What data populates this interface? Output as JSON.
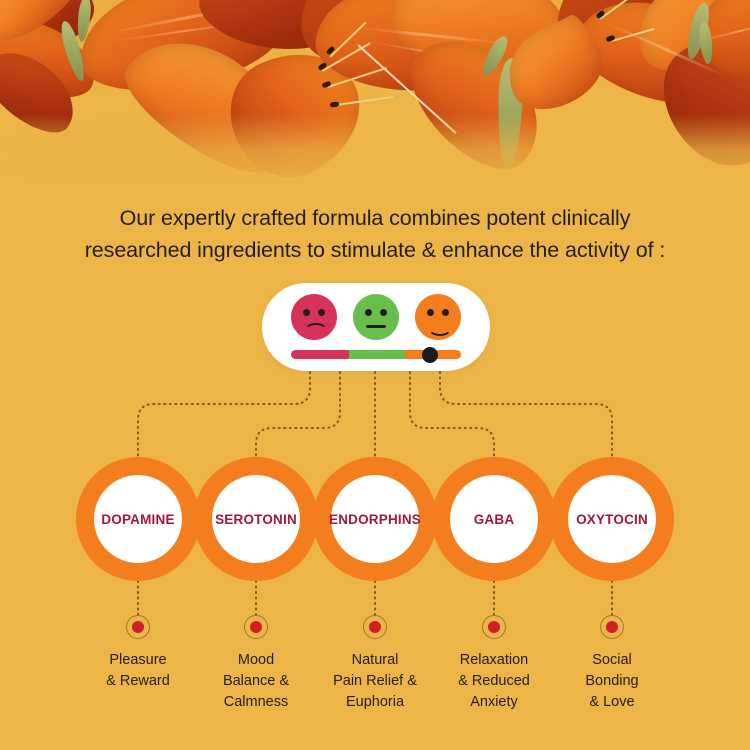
{
  "header": {
    "image_name": "orange-lily-flowers-photo"
  },
  "headline": {
    "line1": "Our expertly crafted formula combines potent clinically",
    "line2": "researched ingredients to stimulate & enhance the activity of :"
  },
  "mood_widget": {
    "name": "mood-scale-widget",
    "faces": [
      {
        "icon": "sad-face-icon",
        "color": "#d6325a",
        "expression": "sad"
      },
      {
        "icon": "neutral-face-icon",
        "color": "#67c04c",
        "expression": "neutral"
      },
      {
        "icon": "happy-face-icon",
        "color": "#f47d1e",
        "expression": "happy"
      }
    ],
    "slider": {
      "segments": [
        {
          "label": "low",
          "color": "#d6325a"
        },
        {
          "label": "medium",
          "color": "#67c04c"
        },
        {
          "label": "high",
          "color": "#f47d1e"
        }
      ],
      "knob_color": "#1c1c1c",
      "knob_position_percent": 78
    }
  },
  "neurotransmitters": [
    {
      "label": "DOPAMINE",
      "benefit_lines": [
        "Pleasure",
        "& Reward"
      ]
    },
    {
      "label": "SEROTONIN",
      "benefit_lines": [
        "Mood",
        "Balance &",
        "Calmness"
      ]
    },
    {
      "label": "ENDORPHINS",
      "benefit_lines": [
        "Natural",
        "Pain Relief &",
        "Euphoria"
      ]
    },
    {
      "label": "GABA",
      "benefit_lines": [
        "Relaxation",
        "& Reduced",
        "Anxiety"
      ]
    },
    {
      "label": "OXYTOCIN",
      "benefit_lines": [
        "Social",
        "Bonding",
        "& Love"
      ]
    }
  ],
  "colors": {
    "background": "#edb547",
    "ring_orange": "#f47d1e",
    "label_red": "#a4173c",
    "dot_red": "#cf2027",
    "text_dark": "#231f20",
    "connector": "#6b4a16"
  }
}
